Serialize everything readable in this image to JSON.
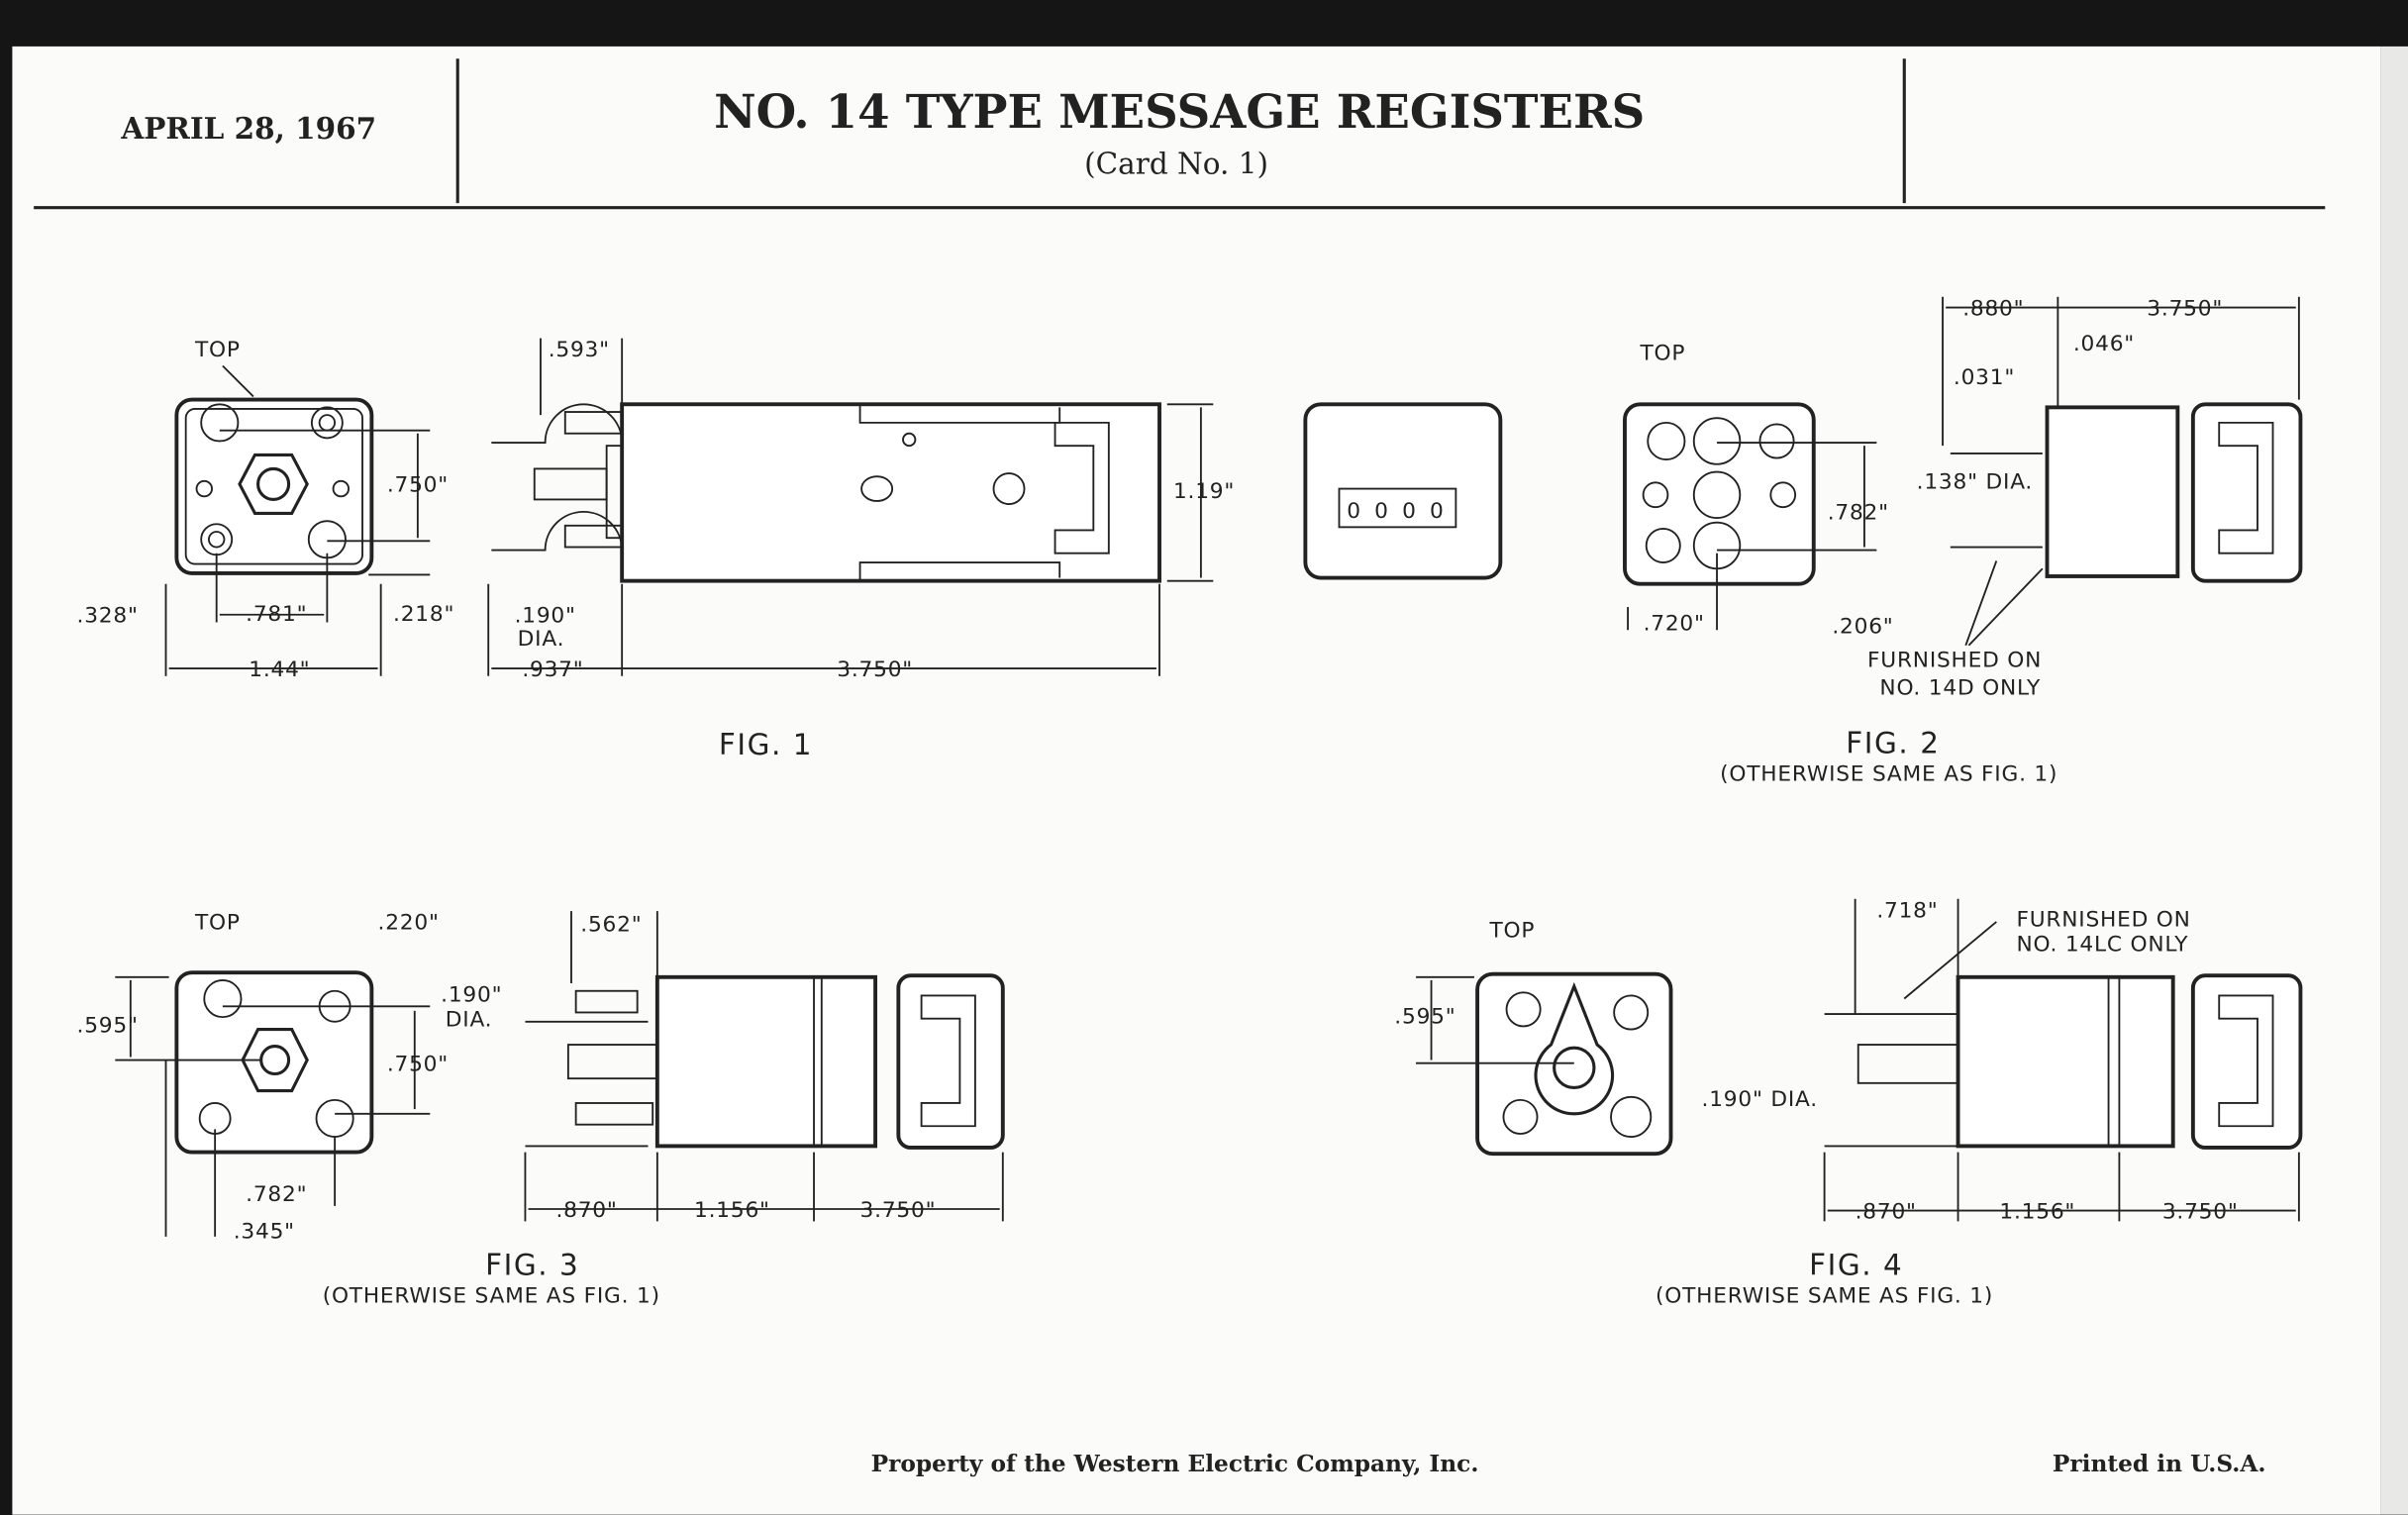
{
  "header": {
    "date": "APRIL 28, 1967",
    "title": "NO. 14 TYPE MESSAGE REGISTERS",
    "subtitle": "(Card No. 1)"
  },
  "fig1": {
    "caption": "FIG. 1",
    "top_label": "TOP",
    "dims": {
      "d750": ".750\"",
      "d218": ".218\"",
      "d328": ".328\"",
      "d781": ".781\"",
      "d144": "1.44\"",
      "d593": ".593\"",
      "d190": ".190\"",
      "dia": "DIA.",
      "d937": ".937\"",
      "d3750": "3.750\"",
      "d119": "1.19\""
    },
    "counter_digits": [
      "0",
      "0",
      "0",
      "0"
    ]
  },
  "fig2": {
    "caption": "FIG. 2",
    "note": "(OTHERWISE SAME AS FIG. 1)",
    "top_label": "TOP",
    "dims": {
      "d880": ".880\"",
      "d3750": "3.750\"",
      "d046": ".046\"",
      "d031": ".031\"",
      "d138": ".138\" DIA.",
      "d782": ".782\"",
      "d720": ".720\"",
      "d206": ".206\""
    },
    "furnished": [
      "FURNISHED ON",
      "NO. 14D ONLY"
    ]
  },
  "fig3": {
    "caption": "FIG. 3",
    "note": "(OTHERWISE SAME AS FIG. 1)",
    "top_label": "TOP",
    "dims": {
      "d220": ".220\"",
      "d595": ".595\"",
      "d190": ".190\"",
      "dia": "DIA.",
      "d750": ".750\"",
      "d782": ".782\"",
      "d345": ".345\"",
      "d562": ".562\"",
      "d870": ".870\"",
      "d1156": "1.156\"",
      "d3750": "3.750\""
    }
  },
  "fig4": {
    "caption": "FIG. 4",
    "note": "(OTHERWISE SAME AS FIG. 1)",
    "top_label": "TOP",
    "dims": {
      "d595": ".595\"",
      "d718": ".718\"",
      "d190": ".190\" DIA.",
      "d870": ".870\"",
      "d1156": "1.156\"",
      "d3750": "3.750\""
    },
    "furnished": [
      "FURNISHED ON",
      "NO. 14LC ONLY"
    ]
  },
  "footer": {
    "property": "Property of the Western Electric Company, Inc.",
    "printed": "Printed in U.S.A."
  }
}
